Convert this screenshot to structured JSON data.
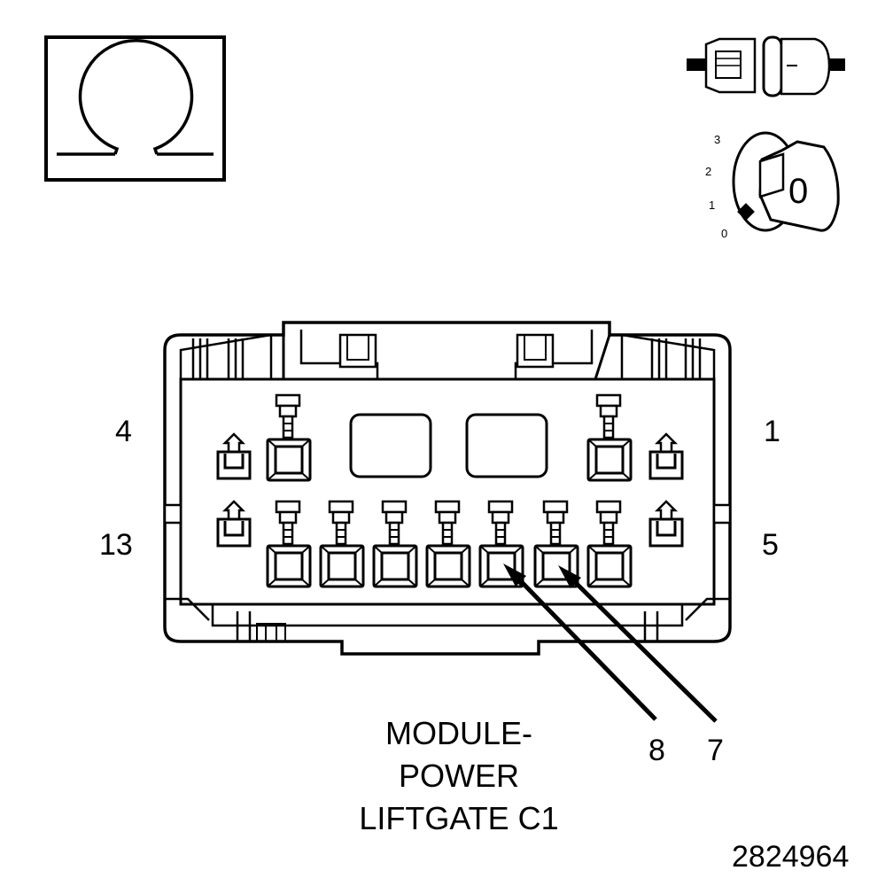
{
  "icons": {
    "ohmmeter": "ohm-icon",
    "connector_unplugged": "disconnected-connector-icon",
    "ignition": "ignition-key-icon"
  },
  "ignition": {
    "positions": [
      "3",
      "2",
      "1",
      "0"
    ],
    "key_label": "0"
  },
  "pin_labels": {
    "top_left": "4",
    "top_right": "1",
    "bottom_left": "13",
    "bottom_right": "5"
  },
  "callouts": {
    "pin_a": "8",
    "pin_b": "7"
  },
  "caption": {
    "line1": "MODULE-",
    "line2": "POWER",
    "line3": "LIFTGATE C1"
  },
  "figure_number": "2824964"
}
